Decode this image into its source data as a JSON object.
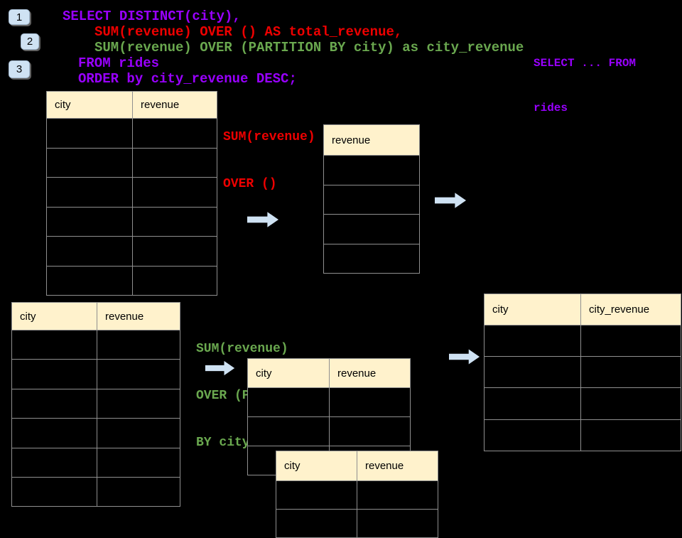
{
  "colors": {
    "background": "#000000",
    "table_header_bg": "#fff2cc",
    "arrow_blue": "#cfe2f3",
    "code_purple": "#9900ff",
    "code_red": "#ee0000",
    "code_green": "#6aa84f",
    "table_border": "#8f8f8f"
  },
  "step_badges": [
    "1",
    "2",
    "3"
  ],
  "sql_code": {
    "lines": [
      {
        "text": "SELECT DISTINCT(city),",
        "color": "purple"
      },
      {
        "text": "SUM(revenue) OVER () AS total_revenue,",
        "color": "red"
      },
      {
        "text": "SUM(revenue) OVER (PARTITION BY city) as city_revenue",
        "color": "green"
      },
      {
        "text": "FROM rides",
        "color": "purple"
      },
      {
        "text": "ORDER by city_revenue DESC;",
        "color": "purple"
      }
    ]
  },
  "side_code": {
    "line1": "SELECT ... FROM",
    "line2": "rides"
  },
  "annotations": {
    "total_revenue": {
      "line1": "SUM(revenue)",
      "line2": "OVER ()"
    },
    "city_revenue": {
      "line1": "SUM(revenue)",
      "line2": "OVER (PARTITION",
      "line3": "BY city)"
    }
  },
  "tables": {
    "source_top": {
      "headers": [
        "city",
        "revenue"
      ],
      "empty_row_count": 6
    },
    "total_result": {
      "headers": [
        "revenue"
      ],
      "empty_row_count": 4
    },
    "source_bottom": {
      "headers": [
        "city",
        "revenue"
      ],
      "empty_row_count": 6
    },
    "partition_result": {
      "headers": [
        "city",
        "revenue"
      ],
      "empty_row_count": 3
    },
    "partition_result_overlay": {
      "headers": [
        "city",
        "revenue"
      ],
      "empty_row_count": 2
    },
    "final_result": {
      "headers": [
        "city",
        "city_revenue"
      ],
      "empty_row_count": 4
    }
  }
}
